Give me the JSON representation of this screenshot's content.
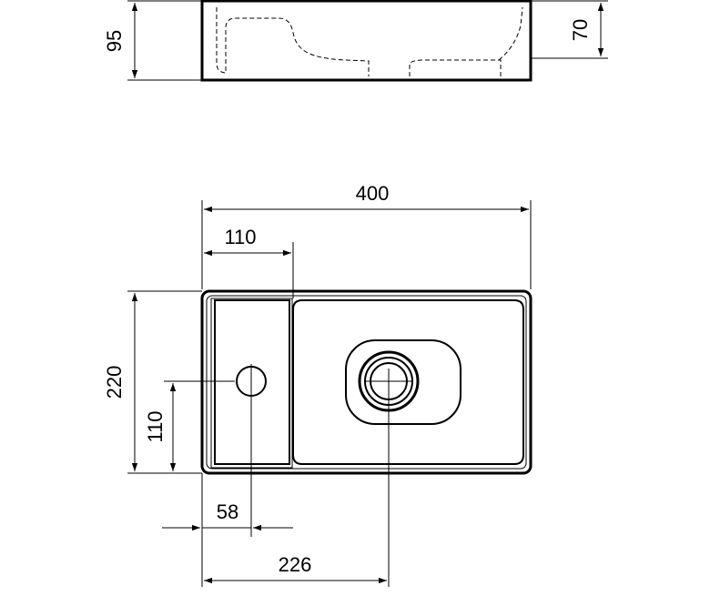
{
  "dimensions": {
    "side_height": "95",
    "side_inner_height": "70",
    "overall_width": "400",
    "tap_block_width": "110",
    "overall_depth": "220",
    "tap_hole_y": "110",
    "tap_hole_x": "58",
    "drain_x": "226"
  }
}
